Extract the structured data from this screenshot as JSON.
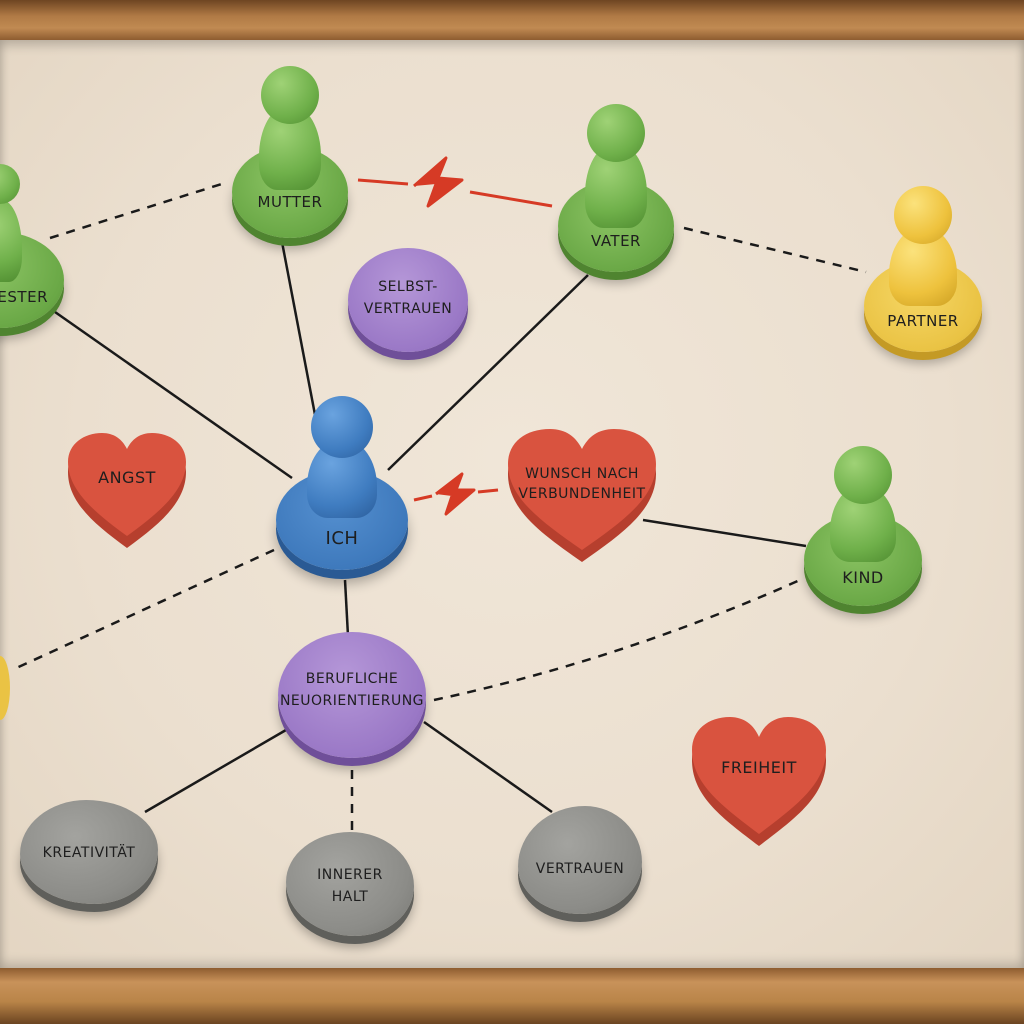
{
  "board": {
    "figures": {
      "schwester": "VESTER",
      "mutter": "MUTTER",
      "vater": "VATER",
      "partner": "PARTNER",
      "ich": "ICH",
      "kind": "KIND"
    },
    "discs": {
      "selbstvertrauen_line1": "SELBST-",
      "selbstvertrauen_line2": "VERTRAUEN",
      "neuorientierung_line1": "BERUFLICHE",
      "neuorientierung_line2": "NEUORIENTIERUNG"
    },
    "hearts": {
      "angst": "ANGST",
      "wunsch_line1": "WUNSCH NACH",
      "wunsch_line2": "VERBUNDENHEIT",
      "freiheit": "FREIHEIT"
    },
    "stones": {
      "kreativitaet": "KREATIVITÄT",
      "innerer_halt_line1": "INNERER",
      "innerer_halt_line2": "HALT",
      "vertrauen": "VERTRAUEN"
    },
    "colors": {
      "figure_green": "#6aa846",
      "figure_yellow": "#eac344",
      "figure_blue": "#3e79bc",
      "disc_purple": "#9a78c6",
      "heart_red": "#d9533f",
      "stone_gray": "#8c8c88",
      "conflict_line": "#d63a25",
      "connection_line": "#1a1a1a"
    }
  }
}
